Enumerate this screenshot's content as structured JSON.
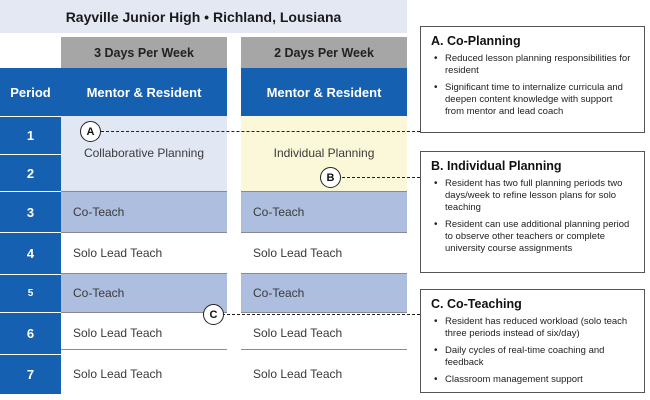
{
  "title": "Rayville Junior High • Richland, Lousiana",
  "columns": {
    "three_days": "3 Days Per Week",
    "two_days": "2 Days Per Week",
    "role_left": "Mentor & Resident",
    "role_right": "Mentor & Resident",
    "period_header": "Period"
  },
  "periods": [
    "1",
    "2",
    "3",
    "4",
    "5",
    "6",
    "7"
  ],
  "schedule": {
    "left": {
      "p12": "Collaborative Planning",
      "p3": "Co-Teach",
      "p4": "Solo Lead Teach",
      "p5": "Co-Teach",
      "p6": "Solo Lead Teach",
      "p7": "Solo Lead Teach"
    },
    "right": {
      "p12": "Individual Planning",
      "p3": "Co-Teach",
      "p4": "Solo Lead Teach",
      "p5": "Co-Teach",
      "p6": "Solo Lead Teach",
      "p7": "Solo Lead Teach"
    }
  },
  "markers": {
    "a": "A",
    "b": "B",
    "c": "C"
  },
  "panels": {
    "a": {
      "title": "A. Co-Planning",
      "bullets": [
        "Reduced lesson planning responsibilities for resident",
        "Significant time to internalize curricula and deepen content knowledge with support from mentor and lead coach"
      ]
    },
    "b": {
      "title": "B. Individual Planning",
      "bullets": [
        "Resident has two full planning periods two days/week to refine lesson plans for solo teaching",
        "Resident can use additional planning period to observe other teachers or complete university course assignments"
      ]
    },
    "c": {
      "title": "C. Co-Teaching",
      "bullets": [
        "Resident has reduced workload (solo teach three periods instead of six/day)",
        "Daily cycles of real-time coaching and feedback",
        "Classroom management support"
      ]
    }
  },
  "colors": {
    "blue": "#1560b0",
    "gray": "#a6a6a6",
    "coteach": "#aebedf",
    "planning": "#e2e7f4",
    "cream": "#fbf8d9"
  }
}
